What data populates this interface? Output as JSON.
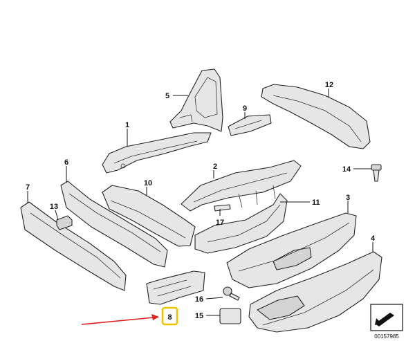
{
  "diagram": {
    "labels": [
      {
        "id": "1",
        "text": "1"
      },
      {
        "id": "2",
        "text": "2"
      },
      {
        "id": "3",
        "text": "3"
      },
      {
        "id": "4",
        "text": "4"
      },
      {
        "id": "5",
        "text": "5"
      },
      {
        "id": "6",
        "text": "6"
      },
      {
        "id": "7",
        "text": "7"
      },
      {
        "id": "8",
        "text": "8"
      },
      {
        "id": "9",
        "text": "9"
      },
      {
        "id": "10",
        "text": "10"
      },
      {
        "id": "11",
        "text": "11"
      },
      {
        "id": "12",
        "text": "12"
      },
      {
        "id": "13",
        "text": "13"
      },
      {
        "id": "14",
        "text": "14"
      },
      {
        "id": "15",
        "text": "15"
      },
      {
        "id": "16",
        "text": "16"
      },
      {
        "id": "17",
        "text": "17"
      }
    ],
    "highlighted_label": "8",
    "highlight_color": "#f2c200",
    "arrow_color": "#e02020",
    "reference_number": "00157985"
  }
}
